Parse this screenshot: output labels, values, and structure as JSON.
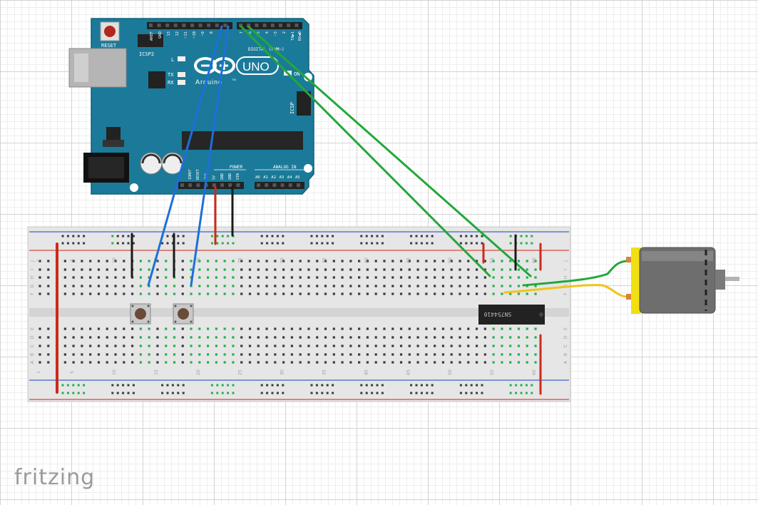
{
  "brand": "fritzing",
  "arduino": {
    "reset_label": "RESET",
    "icsp2_label": "ICSP2",
    "icsp_label": "ICSP",
    "logo_text": "UNO",
    "sub_logo": "Arduino",
    "tm": "TM",
    "led_l": "L",
    "led_tx": "TX",
    "led_rx": "RX",
    "on_label": "ON",
    "digital_label": "DIGITAL (PWM~)",
    "power_label": "POWER",
    "analog_label": "ANALOG IN",
    "header_top": [
      "AREF",
      "GND",
      "13",
      "12",
      "~11",
      "~10",
      "~9",
      "8",
      "7",
      "~6",
      "~5",
      "4",
      "~3",
      "2",
      "TX▶1",
      "RX◀0"
    ],
    "power_pins": [
      "IOREF",
      "RESET",
      "3V3",
      "5V",
      "GND",
      "GND",
      "VIN"
    ],
    "analog_pins": [
      "A0",
      "A1",
      "A2",
      "A3",
      "A4",
      "A5"
    ]
  },
  "chip_label": "SN754410",
  "breadboard": {
    "col_numbers_top": [
      "1",
      "5",
      "10",
      "15",
      "20",
      "25",
      "30",
      "35",
      "40",
      "45",
      "50",
      "55",
      "60"
    ],
    "col_numbers_bottom": [
      "1",
      "5",
      "10",
      "15",
      "20",
      "25",
      "30",
      "35",
      "40",
      "45",
      "50",
      "55",
      "60"
    ],
    "rows_top": [
      "J",
      "I",
      "H",
      "G",
      "F"
    ],
    "rows_bottom": [
      "E",
      "D",
      "C",
      "B",
      "A"
    ]
  },
  "colors": {
    "board": "#1b7a99",
    "wire_blue": "#1e6fd9",
    "wire_green": "#22a83a",
    "wire_red": "#cc2a1a",
    "wire_black": "#1a1a1a",
    "wire_yellow": "#f0c419",
    "motor_cap": "#f2df12"
  }
}
